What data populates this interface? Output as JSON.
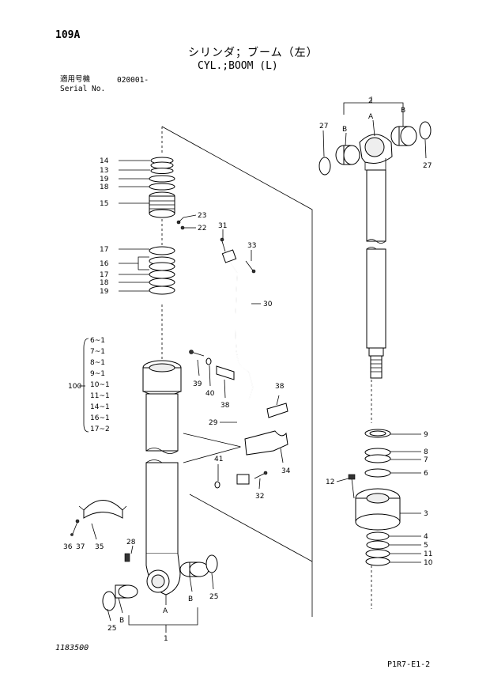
{
  "header": {
    "page_code": "109A",
    "title_jp": "シリンダ；ブーム（左）",
    "title_en": "CYL.;BOOM (L)",
    "serial_label_jp": "適用号機",
    "serial_value": "020001-",
    "serial_label_en": "Serial No."
  },
  "footer": {
    "drawing_number": "1183500",
    "sheet_ref": "P1R7-E1-2"
  },
  "callouts": {
    "c1": "1",
    "c2": "2",
    "c3": "3",
    "c4": "4",
    "c5": "5",
    "c6": "6",
    "c7": "7",
    "c8": "8",
    "c9": "9",
    "c10": "10",
    "c11": "11",
    "c12": "12",
    "c13": "13",
    "c14": "14",
    "c15": "15",
    "c16": "16",
    "c17": "17",
    "c18": "18",
    "c19": "19",
    "c22": "22",
    "c23": "23",
    "c25": "25",
    "c27": "27",
    "c28": "28",
    "c29": "29",
    "c30": "30",
    "c31": "31",
    "c32": "32",
    "c33": "33",
    "c34": "34",
    "c35": "35",
    "c36": "36",
    "c37": "37",
    "c38": "38",
    "c39": "39",
    "c40": "40",
    "c41": "41",
    "c100": "100",
    "A": "A",
    "B": "B"
  },
  "kit_items": [
    "6~1",
    "7~1",
    "8~1",
    "9~1",
    "10~1",
    "11~1",
    "14~1",
    "16~1",
    "17~2"
  ],
  "colors": {
    "ink": "#000000",
    "paper": "#ffffff"
  }
}
